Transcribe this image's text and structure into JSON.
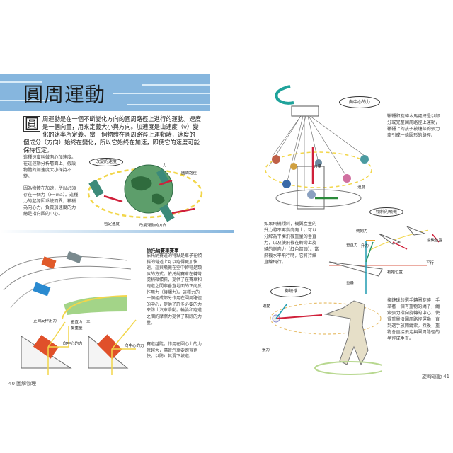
{
  "left_page": {
    "title": "圓周運動",
    "dropcap": "圓",
    "intro": "周運動是在一個不斷變化方向的圓周路徑上進行的運動。速度是一個向量，用來定義大小與方向。加速度是由速度（v）變化的速率所定義。當一個物體在圓周路徑上運動時，速度的一個成分（方向）始終在變化，所以它始終在加速，即使它的速度可能保持恆定。",
    "side_text_1": "這種速度叫做向心加速度。在這運動分析層面上，假設物體的加速度大小保持不變。",
    "side_text_2": "因為物體在加速，所以必須存在一個力（F=ma）。這種力的起源因系統而異，被稱為向心力。負責加速度的力總是指向圓的中心。",
    "satellite_labels": {
      "changing_velocity": "改變的速度",
      "force": "力",
      "circular_path": "圓周路徑",
      "constant_speed": "恆定速度",
      "changing_direction": "改變運動的方向"
    },
    "race": {
      "heading": "依托納賽車賽事",
      "body": "依托納賽道的特點是車子在傾斜的彎道上可以跑得更加快速。這與飛機在空中轉彎是類似的方式。依托納賽車在轉彎處稍微傾斜，提供了在賽車和跑道之間非垂直地面的正向反作用力（接觸力）。這種力的一個組成部分作用在圓周路徑的中心，提供了許多必要的力來防止汽車滑動。輪胎和跑道之間的摩擦力提供了剩餘的力量。",
      "body_2": "賽道越陡，作用在圓心上的力就越大，儘管汽車要跑得更快，以防止其滑下坡道。",
      "label_reaction": "正向反作用力",
      "label_vertical": "垂直力：平衡重量",
      "label_center_1": "向中心的力",
      "label_center_2": "向中心的力"
    },
    "footer": "40 圖解物理"
  },
  "right_page": {
    "carousel": {
      "oval": "向中心的力",
      "text": "鞦韆和旋轉木馬處總是以部分或完整圓周路徑上運動，鞦韆上的孩子被鏈條的張力牽引成一條圓形的路徑。",
      "label_force": "力量",
      "label_velocity": "速度"
    },
    "plane": {
      "oval": "傾斜的飛機",
      "text": "如果飛機傾斜，機翼產生的升力將不再指向向上，可以分解為平衡飛機重量的垂直力，以及使飛機在轉彎上旋轉的側向力（紅色箭頭）。當飛機水平飛行時，它將持續直線飛行。",
      "label_side": "側向力",
      "label_vertical": "垂直力",
      "label_lift": "升力",
      "label_final": "最後位置",
      "label_level": "平行",
      "label_initial": "初始位置",
      "label_weight": "重量"
    },
    "hammer": {
      "oval": "擲鏈球",
      "label_motion": "運動",
      "label_tension": "張力",
      "text": "擲鏈球的選手轉圈旋轉，手拿著一個有重物的繩子，繩索張力指向旋轉的中心，使得重量沿圓周路徑運動，直到選手放開繩索。然後，重物會直接飛走與圓周路徑的半徑成垂直。"
    },
    "footer": "旋轉運動 41"
  },
  "colors": {
    "band": "#86b6de",
    "red_arrow": "#d0203a",
    "yellow_path": "#f2d64a",
    "teal": "#1f9bb0",
    "green": "#2a8a3a"
  }
}
